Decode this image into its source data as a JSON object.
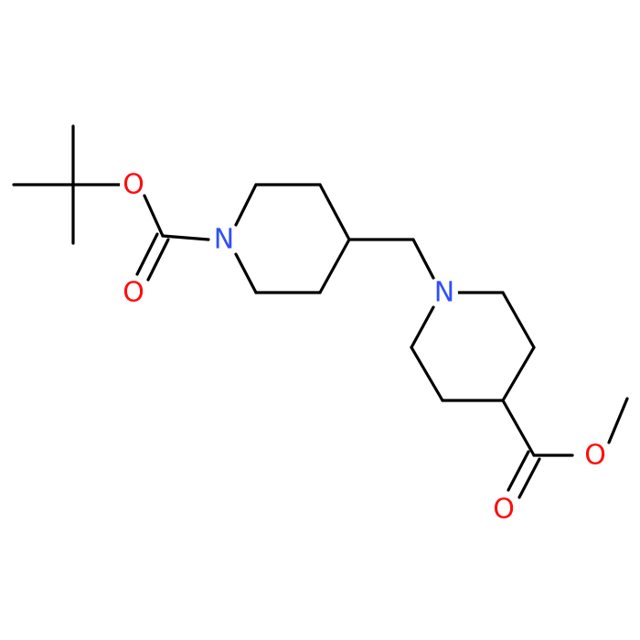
{
  "colors": {
    "background": "#ffffff",
    "bond": "#000000",
    "oxygen": "#ff0d0d",
    "nitrogen": "#3050f8"
  },
  "atoms": [
    {
      "id": "o_ester_boc",
      "symbol": "O",
      "element": "oxygen"
    },
    {
      "id": "o_carbonyl_boc",
      "symbol": "O",
      "element": "oxygen"
    },
    {
      "id": "n_ring_boc",
      "symbol": "N",
      "element": "nitrogen"
    },
    {
      "id": "n_ring_second",
      "symbol": "N",
      "element": "nitrogen"
    },
    {
      "id": "o_ester_methyl",
      "symbol": "O",
      "element": "oxygen"
    },
    {
      "id": "o_carbonyl_methyl",
      "symbol": "O",
      "element": "oxygen"
    }
  ]
}
